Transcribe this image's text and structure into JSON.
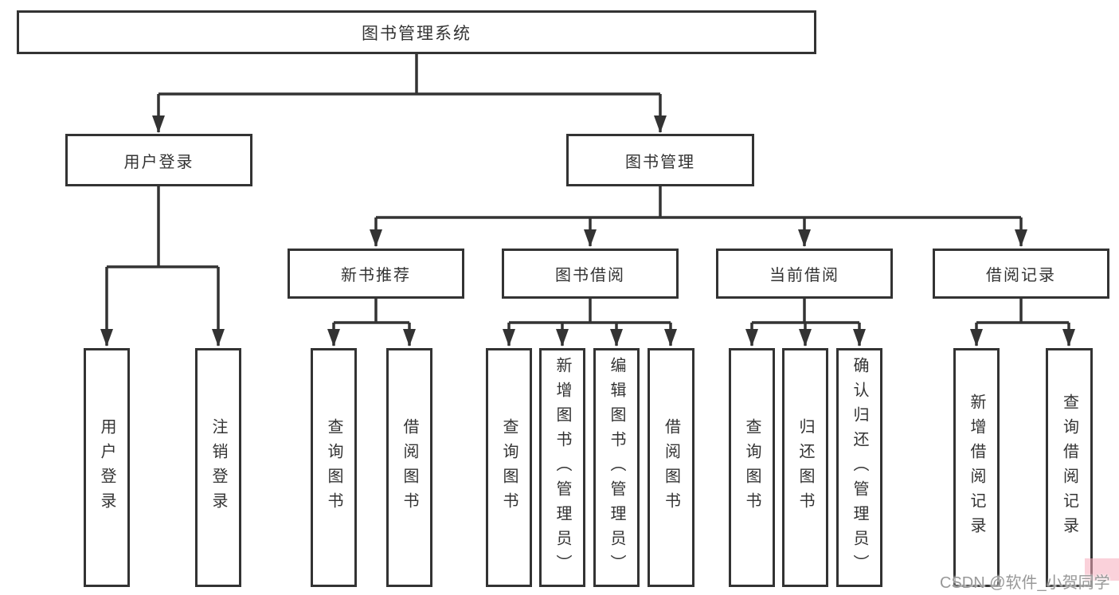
{
  "nodes": {
    "root": {
      "label": "图书管理系统"
    },
    "level2": [
      {
        "label": "用户登录"
      },
      {
        "label": "图书管理"
      }
    ],
    "level3": [
      {
        "label": "新书推荐"
      },
      {
        "label": "图书借阅"
      },
      {
        "label": "当前借阅"
      },
      {
        "label": "借阅记录"
      }
    ],
    "leaves": [
      {
        "label": "用户登录"
      },
      {
        "label": "注销登录"
      },
      {
        "label": "查询图书"
      },
      {
        "label": "借阅图书"
      },
      {
        "label": "查询图书"
      },
      {
        "label": "新增图书（管理员）"
      },
      {
        "label": "编辑图书（管理员）"
      },
      {
        "label": "借阅图书"
      },
      {
        "label": "查询图书"
      },
      {
        "label": "归还图书"
      },
      {
        "label": "确认归还（管理员）"
      },
      {
        "label": "新增借阅记录"
      },
      {
        "label": "查询借阅记录"
      }
    ]
  },
  "watermark": {
    "text": "CSDN @软件_小贺同学"
  },
  "colors": {
    "line": "#333333",
    "box_border": "#333333",
    "box_fill": "#ffffff",
    "text": "#333333",
    "watermark_text": "#989898",
    "watermark_accent": "#f5abbc",
    "background": "#ffffff"
  }
}
